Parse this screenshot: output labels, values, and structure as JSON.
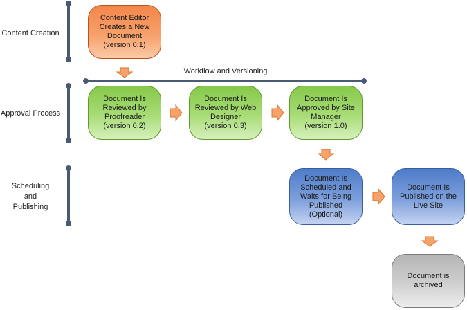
{
  "stages": {
    "content_creation": "Content Creation",
    "approval_process": "Approval Process",
    "scheduling_publishing": "Scheduling\nand\nPublishing"
  },
  "workflow_label": "Workflow and Versioning",
  "boxes": {
    "create": "Content Editor\nCreates a New\nDocument\n(version 0.1)",
    "proofread": "Document Is\nReviewed by\nProofreader\n(version 0.2)",
    "webdesign": "Document Is\nReviewed by Web\nDesigner\n(version 0.3)",
    "approved": "Document Is\nApproved by Site\nManager\n(version 1.0)",
    "scheduled": "Document Is\nScheduled and\nWaits for Being\nPublished\n(Optional)",
    "published": "Document Is\nPublished on the\nLive Site",
    "archived": "Document is\narchived"
  },
  "colors": {
    "stage_bar": "#4a5a72",
    "arrow_fill": "#f7a26a",
    "arrow_stroke": "#d9742f"
  }
}
